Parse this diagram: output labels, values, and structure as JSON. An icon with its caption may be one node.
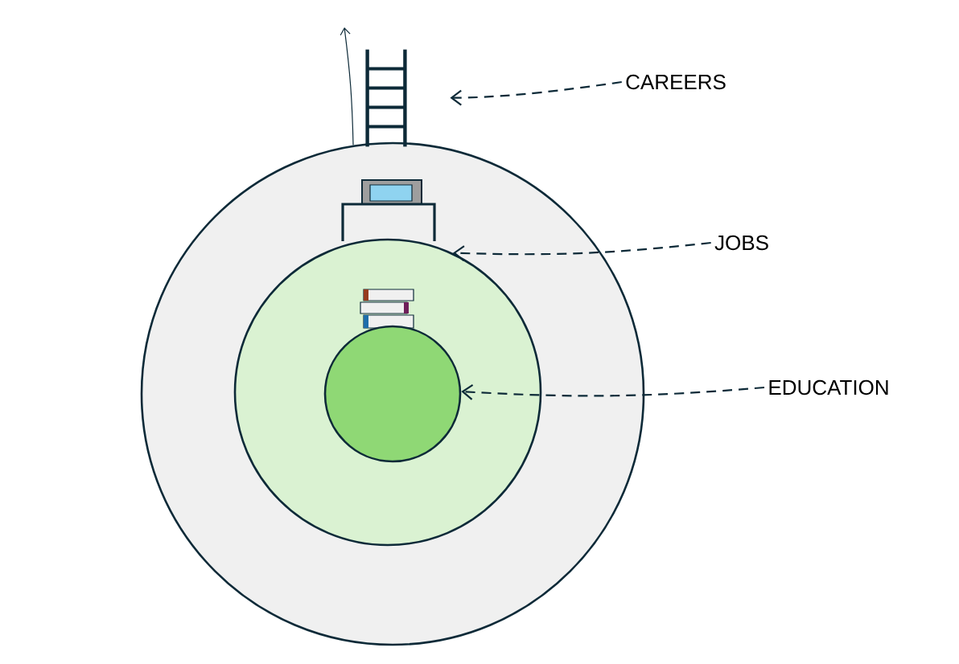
{
  "diagram": {
    "nodes": [
      {
        "text": [],
        "shape": "circle"
      },
      {
        "text": [],
        "shape": "circle",
        "in": 0
      },
      {
        "text": [],
        "shape": "circle",
        "in": 1
      },
      {
        "text": [],
        "shape": "picture"
      },
      {
        "text": [
          "CAREERS"
        ]
      },
      {
        "text": [
          "JOBS"
        ]
      },
      {
        "text": [
          "EDUCATION"
        ]
      }
    ],
    "edges": [
      {
        "from": 4,
        "to": 3,
        "arrow": "to",
        "style": "dashed"
      },
      {
        "from": 5,
        "to": 1,
        "arrow": "to",
        "style": "dashed"
      },
      {
        "from": 6,
        "to": 2,
        "arrow": "to",
        "style": "dashed"
      },
      {
        "from": 0,
        "to": null,
        "arrow": "to"
      }
    ]
  }
}
